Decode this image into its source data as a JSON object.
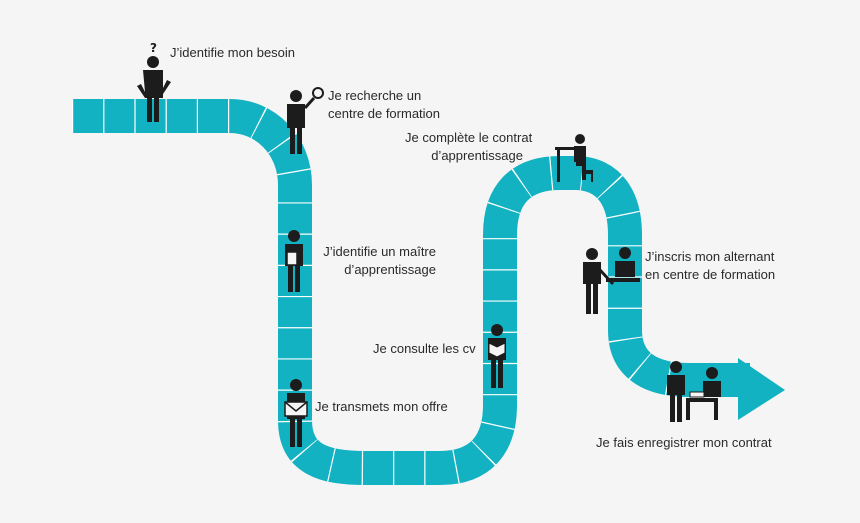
{
  "colors": {
    "road": "#12b2c2",
    "road_dark": "#0d97a6",
    "divider": "#ffffff",
    "figure": "#1c1c1c",
    "background": "#f5f5f5"
  },
  "steps": [
    {
      "line1": "J’identifie mon besoin",
      "line2": "",
      "icon": "person-question-icon"
    },
    {
      "line1": "Je recherche un",
      "line2": "centre de formation",
      "icon": "person-magnifier-icon"
    },
    {
      "line1": "J’identifie un maître",
      "line2": "d’apprentissage",
      "icon": "person-document-icon"
    },
    {
      "line1": "Je transmets mon offre",
      "line2": "",
      "icon": "person-envelope-icon"
    },
    {
      "line1": "Je consulte les cv",
      "line2": "",
      "icon": "person-reading-icon"
    },
    {
      "line1": "Je complète le contrat",
      "line2": "d’apprentissage",
      "icon": "person-desk-icon"
    },
    {
      "line1": "J’inscris mon alternant",
      "line2": "en centre de formation",
      "icon": "two-people-desk-icon"
    },
    {
      "line1": "Je fais enregistrer mon contrat",
      "line2": "",
      "icon": "people-signing-icon"
    }
  ]
}
